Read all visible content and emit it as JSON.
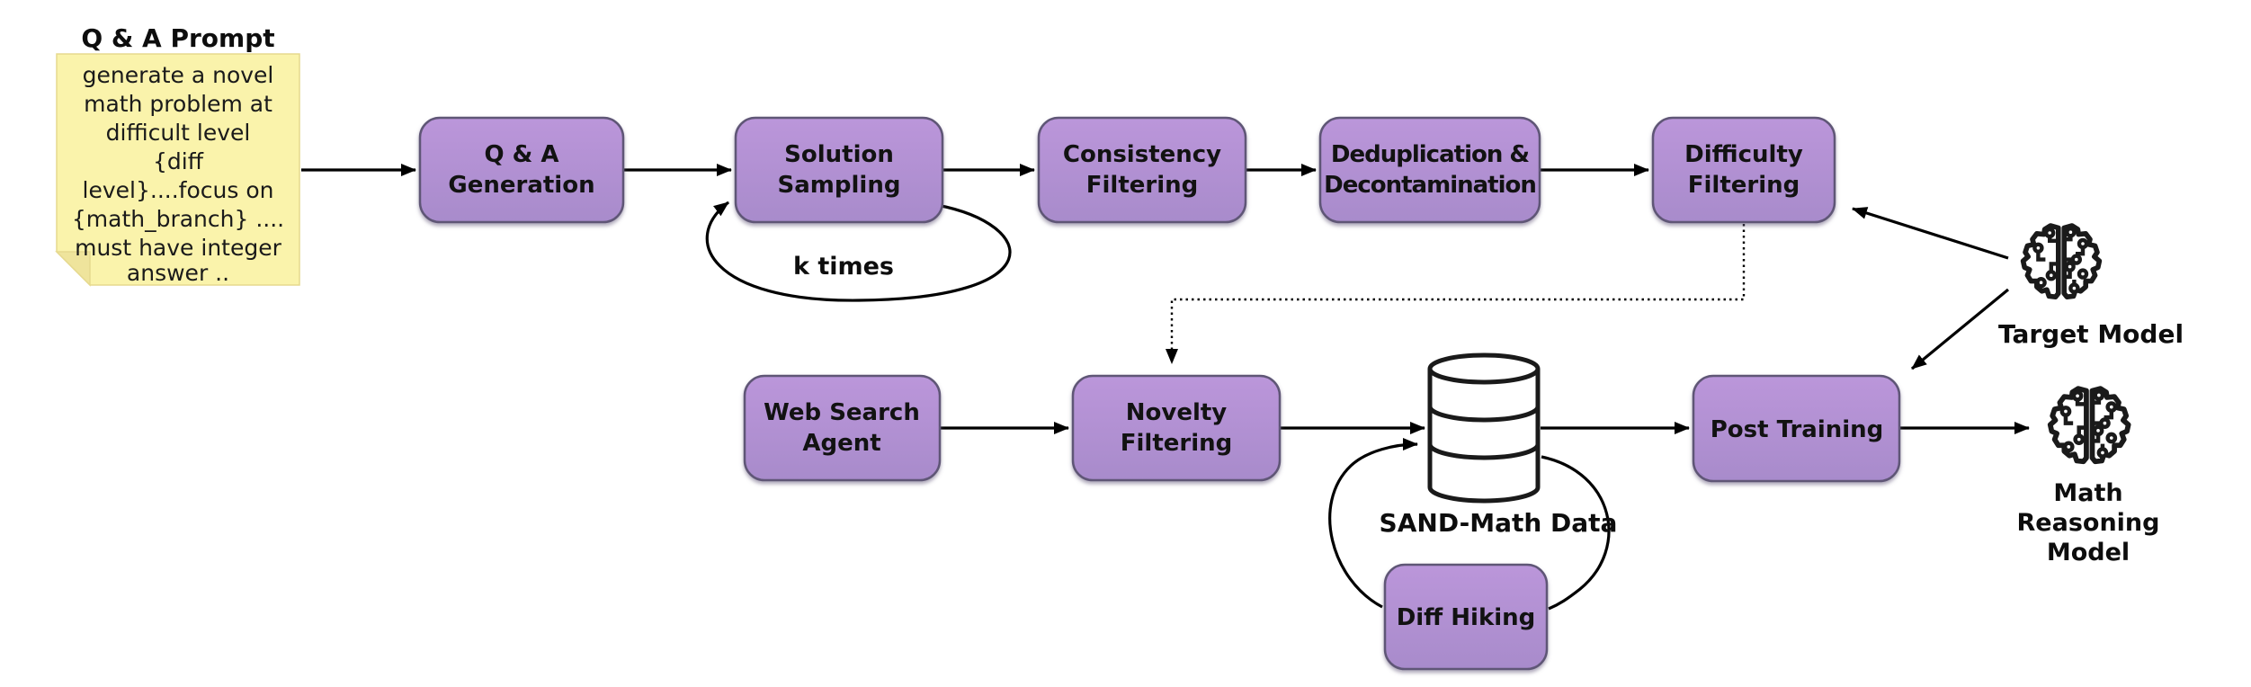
{
  "diagram": {
    "prompt_note": {
      "title": "Q & A Prompt",
      "lines": [
        "generate a novel",
        "math problem at",
        "difficult level",
        "{diff",
        "level}....focus on",
        "{math_branch} ....",
        "must have integer",
        "answer .."
      ]
    },
    "nodes": {
      "qa_generation": {
        "lines": [
          "Q & A",
          "Generation"
        ]
      },
      "solution_sampling": {
        "lines": [
          "Solution",
          "Sampling"
        ]
      },
      "consistency_filtering": {
        "lines": [
          "Consistency",
          "Filtering"
        ]
      },
      "deduplication_decontamination": {
        "lines": [
          "Deduplication &",
          "Decontamination"
        ]
      },
      "difficulty_filtering": {
        "lines": [
          "Difficulty",
          "Filtering"
        ]
      },
      "web_search_agent": {
        "lines": [
          "Web Search",
          "Agent"
        ]
      },
      "novelty_filtering": {
        "lines": [
          "Novelty",
          "Filtering"
        ]
      },
      "post_training": {
        "lines": [
          "Post Training"
        ]
      },
      "diff_hiking": {
        "lines": [
          "Diff Hiking"
        ]
      }
    },
    "labels": {
      "k_times": "k times",
      "sand_math_data": "SAND-Math Data",
      "target_model": "Target Model",
      "math_reasoning_model": [
        "Math",
        "Reasoning",
        "Model"
      ]
    },
    "colors": {
      "node_fill_top": "#bb96da",
      "node_fill_bottom": "#a88bcb",
      "node_border": "#5f5676",
      "note_fill": "#faf3ab",
      "note_fold": "#efe49c",
      "note_edge": "#e6d98e",
      "edge_black": "#000000"
    }
  }
}
